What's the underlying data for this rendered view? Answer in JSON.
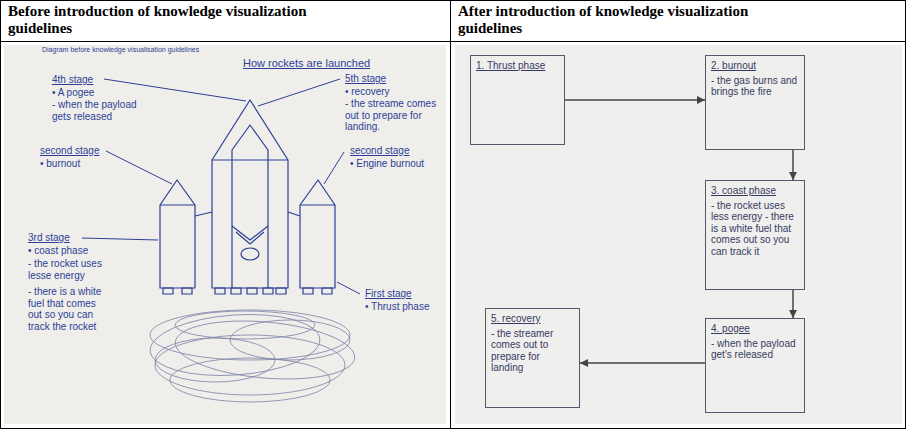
{
  "diagram": {
    "nodes": [
      {
        "text": [
          "1. Thrust phase"
        ]
      },
      {
        "text": [
          "2. burnout",
          "- the gas burns and brings the fire"
        ]
      },
      {
        "text": [
          "3. coast phase",
          "- the rocket uses less energy - there is a white fuel that comes out so you can track it"
        ]
      },
      {
        "text": [
          "4. pogee",
          "- when the payload get's released"
        ]
      },
      {
        "text": [
          "5. recovery",
          "- the streamer comes out to prepare for landing"
        ]
      }
    ],
    "edges": [
      {
        "from": 0,
        "to": 1,
        "arrow": "to"
      },
      {
        "from": 1,
        "to": 2,
        "arrow": "to"
      },
      {
        "from": 2,
        "to": 3,
        "arrow": "to"
      },
      {
        "from": 3,
        "to": 4,
        "arrow": "to"
      }
    ],
    "labels": [
      "Before introduction of knowledge visualization guidelines",
      "After introduction of knowledge visualization guidelines",
      "Diagram before knowledge visualisation guidelines",
      "How rockets are launched",
      "4th stage",
      "• A pogee",
      "- when the payload gets released",
      "5th stage",
      "• recovery",
      "- the streame comes out to prepare for landing.",
      "second stage",
      "• burnout",
      "second stage",
      "• Engine burnout",
      "3rd stage",
      "• coast phase",
      "- the rocket uses lesse energy",
      "- there is a white fuel that comes out so you can track the rocket",
      "First stage",
      "• Thrust phase"
    ]
  }
}
